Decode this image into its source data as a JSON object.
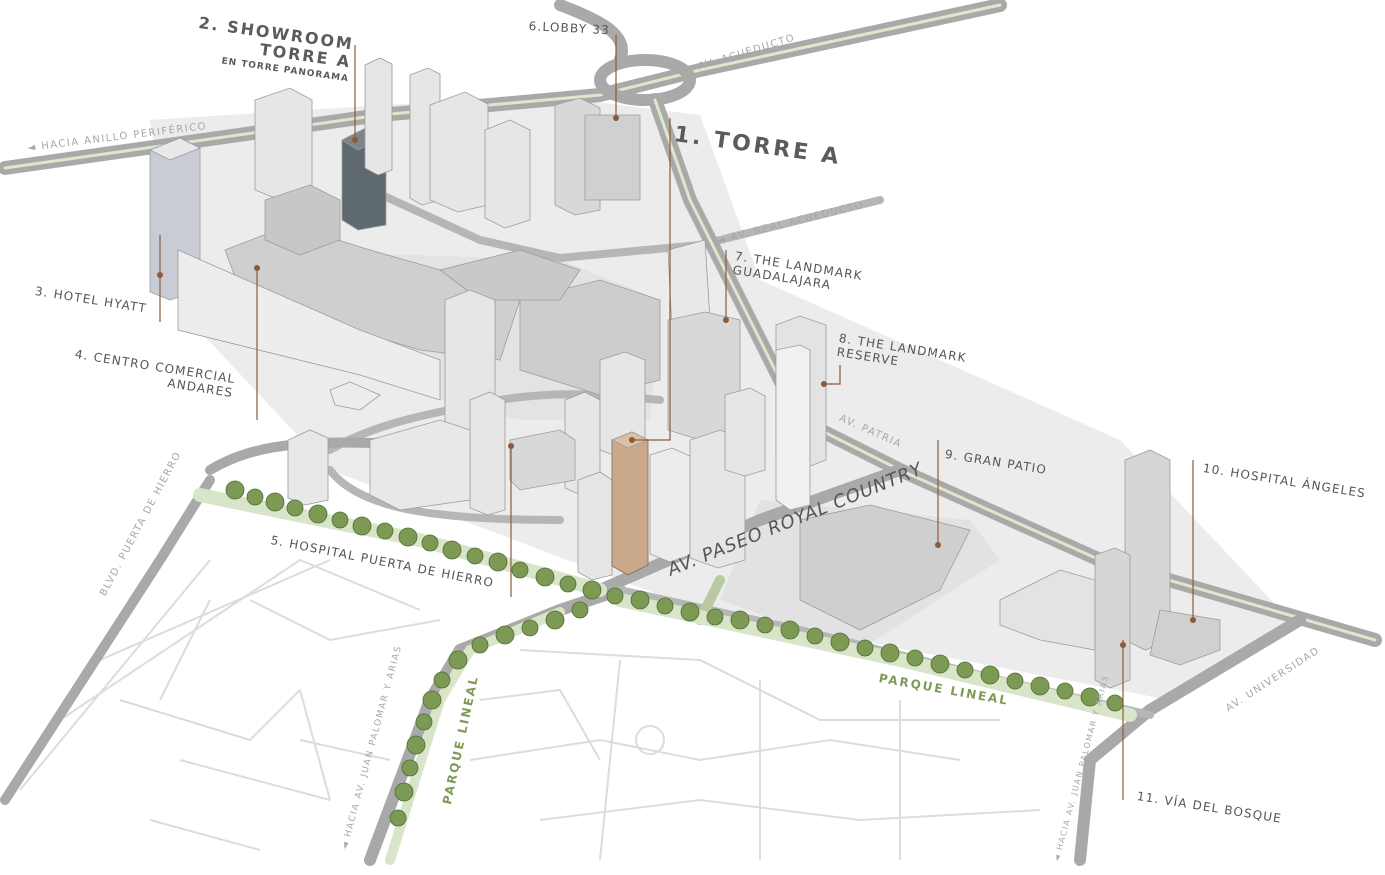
{
  "map": {
    "colors": {
      "road": "#a9a9a9",
      "road_center": "#dbe8cc",
      "building": "#d0d0d0",
      "building_light": "#e6e6e6",
      "ground": "#ececec",
      "highlight_tower": "#c9a88c",
      "showroom_tower": "#5f6a70",
      "trees": "#6f8f4a",
      "leader_line": "#8a5a3c"
    },
    "points_of_interest": [
      {
        "id": "torre-a",
        "label": "1. TORRE A"
      },
      {
        "id": "showroom",
        "label_line1": "2. SHOWROOM",
        "label_line2": "TORRE A",
        "sublabel": "EN TORRE PANORAMA"
      },
      {
        "id": "hotel-hyatt",
        "label": "3. HOTEL HYATT"
      },
      {
        "id": "andares",
        "label_line1": "4. CENTRO COMERCIAL",
        "label_line2": "ANDARES"
      },
      {
        "id": "puerta-de-hierro",
        "label": "5. HOSPITAL PUERTA DE HIERRO"
      },
      {
        "id": "lobby-33",
        "label": "6.LOBBY 33"
      },
      {
        "id": "landmark-gdl",
        "label_line1": "7. THE LANDMARK",
        "label_line2": "GUADALAJARA"
      },
      {
        "id": "landmark-reserve",
        "label_line1": "8. THE LANDMARK",
        "label_line2": "RESERVE"
      },
      {
        "id": "gran-patio",
        "label": "9. GRAN PATIO"
      },
      {
        "id": "hospital-angeles",
        "label": "10. HOSPITAL ÁNGELES"
      },
      {
        "id": "via-del-bosque",
        "label": "11. VÍA DEL BOSQUE"
      }
    ],
    "roads": {
      "acueducto": "AV. ACUEDUCTO",
      "anillo": "◄ HACIA ANILLO PERIFÉRICO",
      "real_acueducto": "◄ AV. REAL ACUEDUCTO",
      "patria": "AV. PATRIA",
      "paseo_royal": "AV. PASEO ROYAL COUNTRY",
      "puerta_hierro": "BLVD. PUERTA DE HIERRO",
      "palomar_left": "◄ HACIA AV. JUAN PALOMAR Y ARIAS",
      "palomar_right": "◄ HACIA AV. JUAN PALOMAR Y ARIAS",
      "universidad": "AV. UNIVERSIDAD"
    },
    "parks": {
      "lineal_left": "PARQUE LINEAL",
      "lineal_right": "PARQUE LINEAL"
    }
  }
}
